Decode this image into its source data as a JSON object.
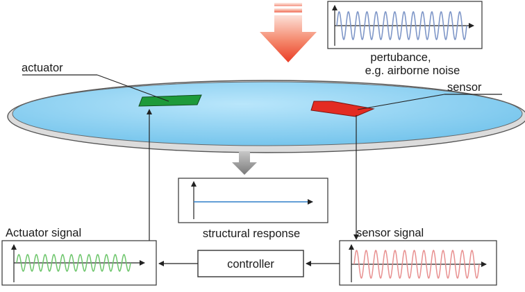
{
  "labels": {
    "actuator": "actuator",
    "sensor": "sensor",
    "perturbance_line1": "pertubance,",
    "perturbance_line2": "e.g. airborne noise",
    "structural_response": "structural response",
    "actuator_signal": "Actuator signal",
    "sensor_signal": "sensor signal",
    "controller": "controller"
  },
  "colors": {
    "plate_fill": "#8fd3f2",
    "plate_rim": "#9a9a9a",
    "actuator_patch": "#1e9a3a",
    "sensor_patch": "#e32b22",
    "noise_wave": "#7f97c8",
    "actuator_wave": "#6cc56a",
    "sensor_wave": "#e89090",
    "response_line": "#2f7fc8",
    "noise_arrow": "#f0553a"
  },
  "icons": {
    "perturbance_arrow": "down-arrow-icon",
    "response_arrow": "down-arrow-icon"
  }
}
